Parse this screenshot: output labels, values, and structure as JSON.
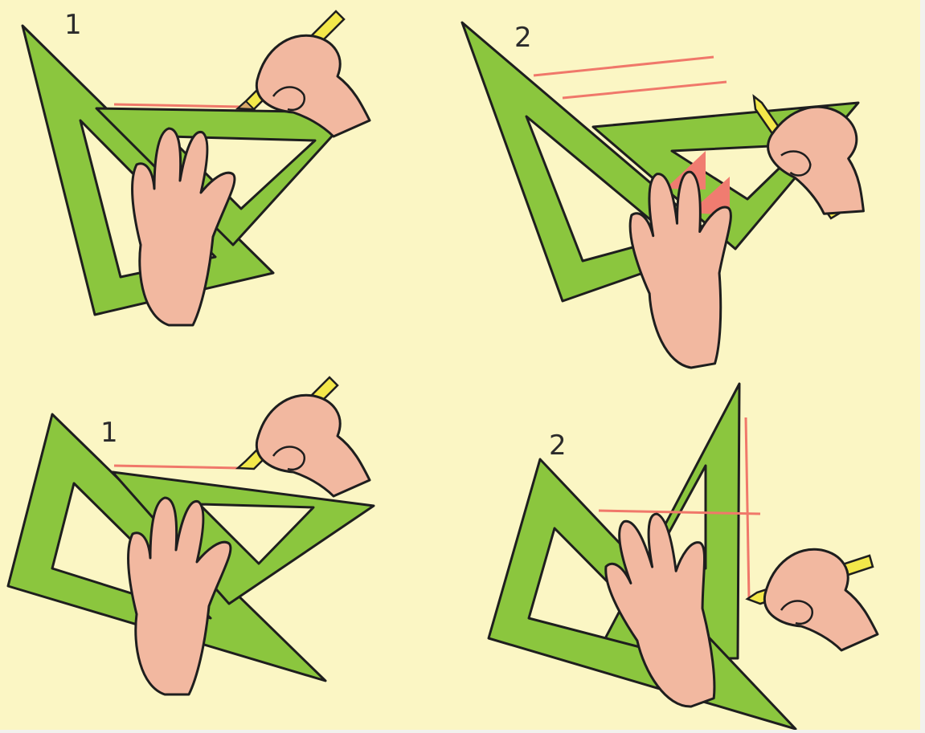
{
  "panels": [
    {
      "id": "top-left",
      "step": "1"
    },
    {
      "id": "top-right",
      "step": "2"
    },
    {
      "id": "bottom-left",
      "step": "1"
    },
    {
      "id": "bottom-right",
      "step": "2"
    }
  ],
  "colors": {
    "paper": "#fbf6c4",
    "set_square": "#8bc63e",
    "outline": "#1e1e1e",
    "skin": "#f2b8a0",
    "pencil": "#f3e84a",
    "drawn_line": "#f0786a",
    "arrow": "#f07c70"
  }
}
